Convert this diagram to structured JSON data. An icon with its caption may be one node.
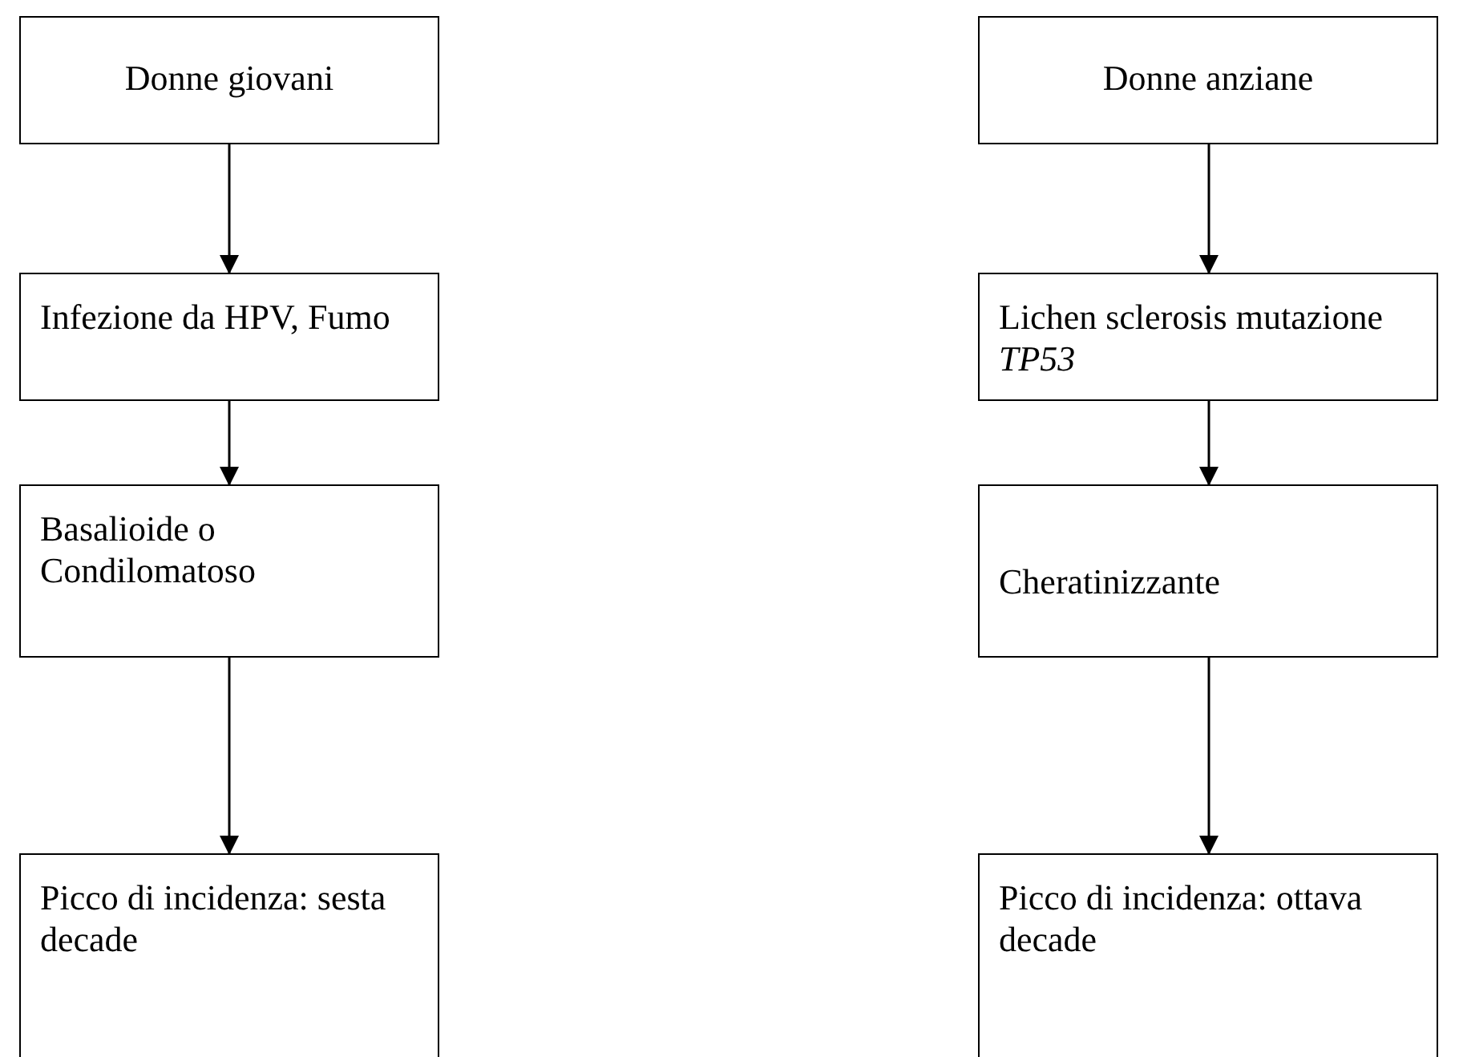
{
  "diagram": {
    "nodes": [
      {
        "text": [
          "Donne giovani"
        ]
      },
      {
        "text": [
          "Infezione da HPV, Fumo"
        ]
      },
      {
        "text": [
          "Basalioide o Condilomatoso"
        ]
      },
      {
        "text": [
          "Picco di incidenza: sesta decade"
        ]
      },
      {
        "text": [
          "Donne anziane"
        ]
      },
      {
        "text": [
          "Lichen sclerosis mutazione *TP53*"
        ]
      },
      {
        "text": [
          "Cheratinizzante"
        ]
      },
      {
        "text": [
          "Picco di incidenza: ottava decade"
        ]
      }
    ],
    "edges": [
      {
        "from": 0,
        "to": 1,
        "arrow": "to"
      },
      {
        "from": 1,
        "to": 2,
        "arrow": "to"
      },
      {
        "from": 2,
        "to": 3,
        "arrow": "to"
      },
      {
        "from": 4,
        "to": 5,
        "arrow": "to"
      },
      {
        "from": 5,
        "to": 6,
        "arrow": "to"
      },
      {
        "from": 6,
        "to": 7,
        "arrow": "to"
      }
    ]
  }
}
